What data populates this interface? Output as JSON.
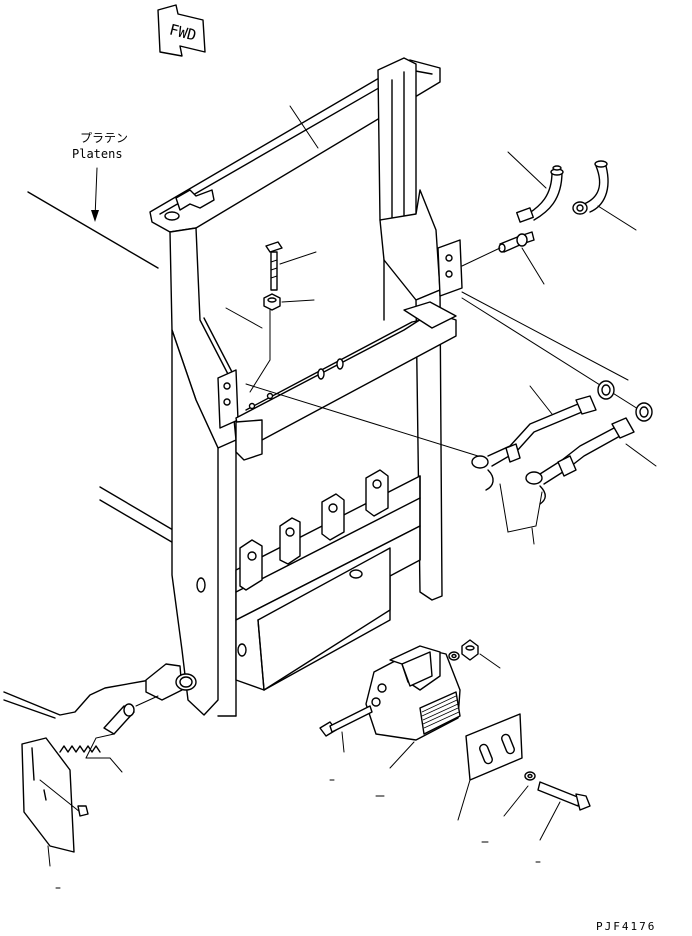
{
  "direction_tag": {
    "text": "FWD"
  },
  "platen_label": {
    "jp": "プラテン",
    "en": "Platens"
  },
  "drawing_number": "PJF4176"
}
